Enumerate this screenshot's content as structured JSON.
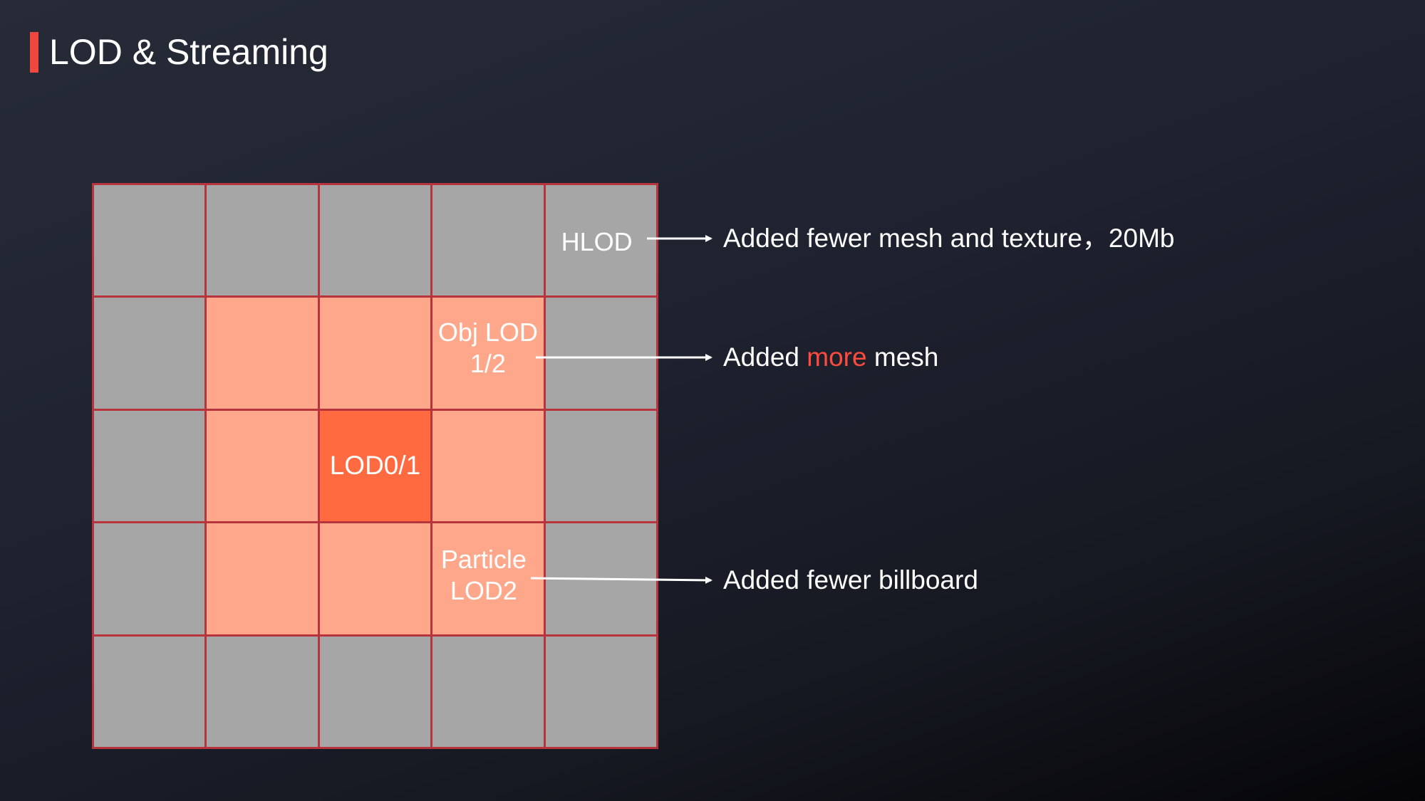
{
  "title": "LOD & Streaming",
  "colors": {
    "title_accent": "#f0483e",
    "grid_line": "#b8343c",
    "outer_cell": "#a6a6a6",
    "mid_cell": "#ffa78a",
    "core_cell": "#ff6a41",
    "highlight_text": "#ff4b3e"
  },
  "grid": {
    "labels": {
      "hlod": "HLOD",
      "obj_lod": "Obj LOD\n1/2",
      "core": "LOD0/1",
      "particle": "Particle\nLOD2"
    }
  },
  "notes": {
    "hlod": "Added fewer mesh and texture，20Mb",
    "obj_prefix": "Added ",
    "obj_highlight": "more",
    "obj_suffix": " mesh",
    "particle": "Added fewer billboard"
  }
}
